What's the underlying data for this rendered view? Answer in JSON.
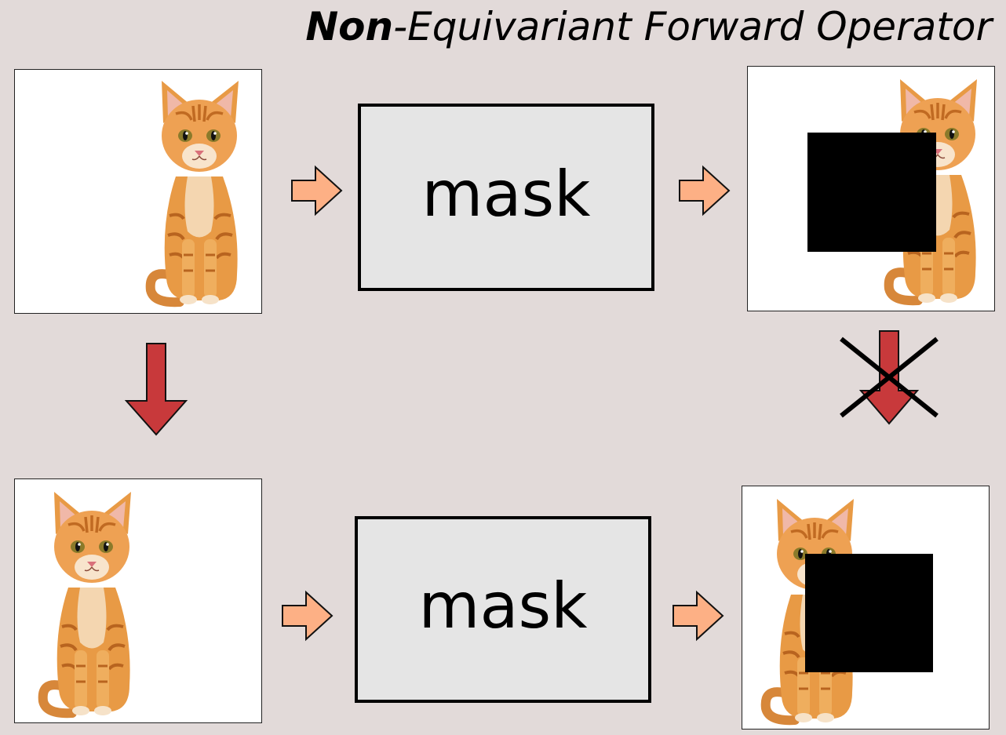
{
  "title": {
    "bold_part": "Non",
    "rest_part": "-Equivariant Forward Operator"
  },
  "operators": {
    "top_label": "mask",
    "bottom_label": "mask"
  },
  "colors": {
    "background": "#e2dad9",
    "small_arrow_fill": "#fdb085",
    "big_arrow_fill": "#c8393b",
    "mask_box_fill": "#e5e5e5",
    "cat_fur": "#e89a45"
  },
  "icons": {
    "cross": "x-mark-icon",
    "cat": "cat-image"
  }
}
